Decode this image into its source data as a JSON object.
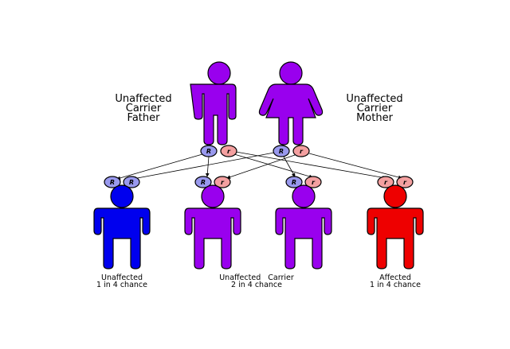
{
  "parents": {
    "father": {
      "line1": "Unaffected",
      "line2": "Carrier",
      "line3": "Father",
      "alleles": [
        "R",
        "r"
      ]
    },
    "mother": {
      "line1": "Unaffected",
      "line2": "Carrier",
      "line3": "Mother",
      "alleles": [
        "R",
        "r"
      ]
    }
  },
  "offspring": [
    {
      "alleles": [
        "R",
        "R"
      ],
      "color": "#0000ee"
    },
    {
      "alleles": [
        "R",
        "r"
      ],
      "color": "#9900ee"
    },
    {
      "alleles": [
        "R",
        "r"
      ],
      "color": "#9900ee"
    },
    {
      "alleles": [
        "r",
        "r"
      ],
      "color": "#ee0000"
    }
  ],
  "captions": {
    "unaffected": {
      "line1": "Unaffected",
      "line2": "1 in 4 chance"
    },
    "carrier": {
      "line1": "Unaffected   Carrier",
      "line2": "2 in 4 chance"
    },
    "affected": {
      "line1": "Affected",
      "line2": "1 in 4 chance"
    }
  },
  "colors": {
    "carrier": "#9900ee",
    "unaffected": "#0000ee",
    "affected": "#ee0000",
    "dominant_allele": "#9999ee",
    "recessive_allele": "#f4a0a0"
  }
}
